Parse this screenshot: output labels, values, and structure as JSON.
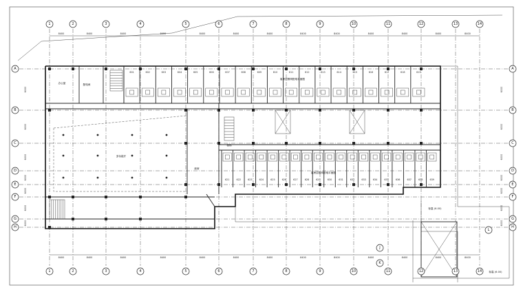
{
  "drawing": {
    "axes_top": [
      "1",
      "2",
      "3",
      "4",
      "5",
      "6",
      "7",
      "8",
      "9",
      "10",
      "11",
      "12",
      "13",
      "14"
    ],
    "axes_bottom": [
      "1",
      "2",
      "3",
      "4",
      "5",
      "6",
      "7",
      "8",
      "9",
      "10",
      "11",
      "12",
      "13",
      "14"
    ],
    "axes_left": [
      "A",
      "B",
      "C",
      "D",
      "E",
      "F",
      "G",
      "H"
    ],
    "axes_right": [
      "A",
      "B",
      "C",
      "D",
      "E",
      "F",
      "G",
      "H"
    ],
    "axes_extra": [
      "J",
      "K",
      "L"
    ],
    "top_dims": [
      "8400",
      "8400",
      "8400",
      "8400",
      "8400",
      "8400",
      "8400",
      "8400",
      "8400",
      "8400",
      "8400",
      "8400",
      "8400"
    ],
    "bottom_dims": [
      "8400",
      "8400",
      "8400",
      "8400",
      "8400",
      "8400",
      "8400",
      "8400",
      "8400",
      "8400",
      "8400",
      "8400",
      "8400"
    ],
    "side_dims": [
      "6000",
      "6000",
      "6000",
      "6000",
      "6000",
      "6000",
      "6000"
    ],
    "room_numbers_north": [
      "601",
      "602",
      "603",
      "604",
      "605",
      "606",
      "607",
      "608",
      "609",
      "610",
      "611",
      "612",
      "613",
      "614",
      "615",
      "616",
      "617",
      "618",
      "619"
    ],
    "room_numbers_south": [
      "621",
      "622",
      "623",
      "624",
      "625",
      "626",
      "627",
      "628",
      "629",
      "630",
      "631",
      "632",
      "633",
      "634",
      "635",
      "636",
      "637",
      "638",
      "639"
    ],
    "corridor_label_north": "客房层照明配电平面图",
    "corridor_label_south": "客房层照明配电平面图",
    "hall_label": "多功能厅",
    "room_label_nw": "办公室",
    "room_label_w2": "配电间",
    "stair_label": "楼梯",
    "store_label": "库房",
    "level_note": "标高 (6.00)",
    "level_note_2": "标高 (6.00)"
  }
}
